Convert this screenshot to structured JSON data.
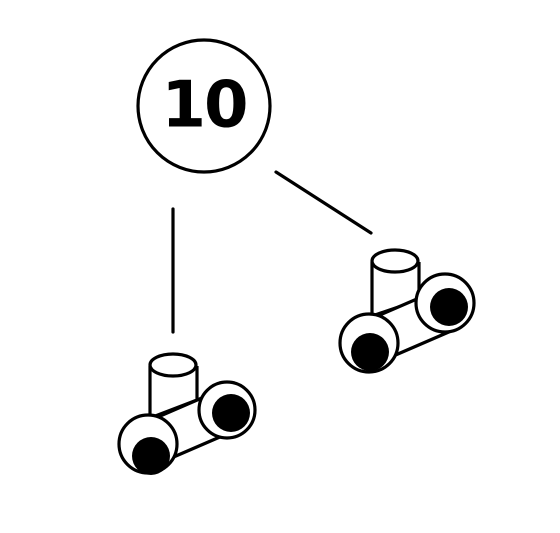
{
  "diagram": {
    "label_number": "10",
    "parts": [
      {
        "name": "tee-connector-left"
      },
      {
        "name": "tee-connector-right"
      }
    ],
    "colors": {
      "ink": "#000000",
      "background": "#ffffff"
    }
  }
}
